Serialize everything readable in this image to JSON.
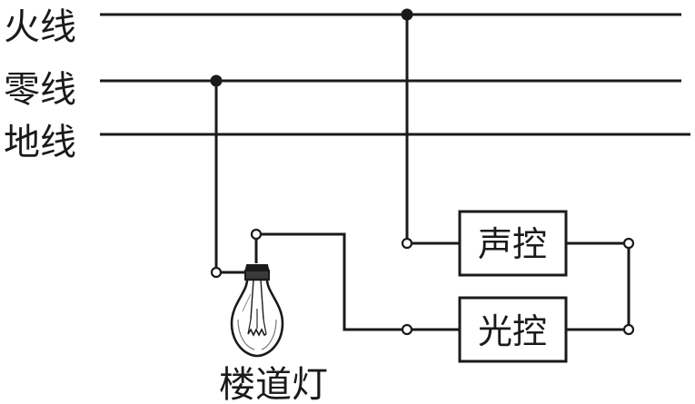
{
  "wires": {
    "live": "火线",
    "neutral": "零线",
    "ground": "地线"
  },
  "switches": {
    "sound": "声控",
    "light": "光控"
  },
  "lamp": {
    "label": "楼道灯"
  },
  "colors": {
    "line": "#1a1a1a",
    "background": "#ffffff"
  }
}
